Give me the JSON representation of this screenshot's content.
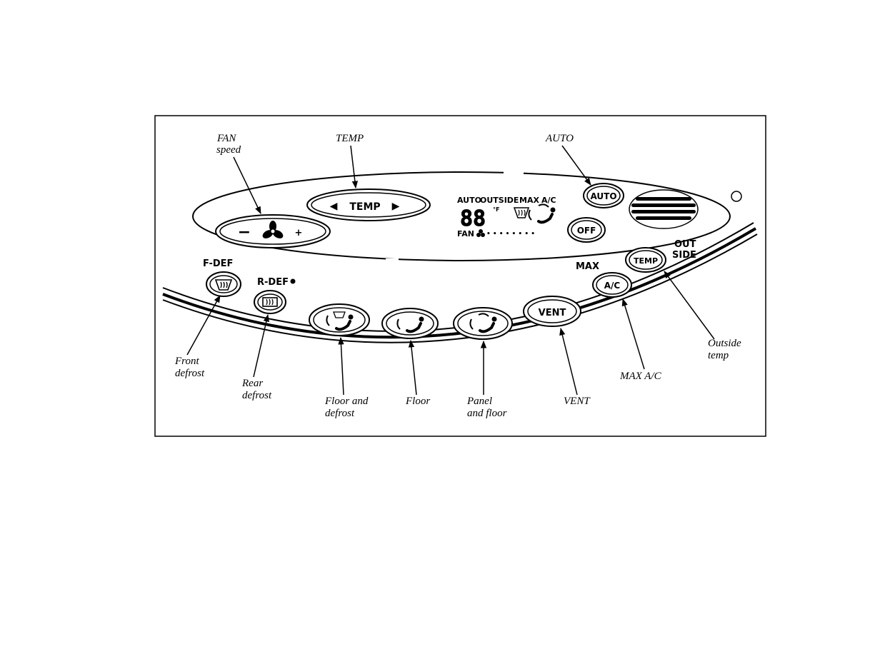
{
  "panel": {
    "buttons": {
      "fan_minus": "−",
      "fan_plus": "+",
      "temp_left": "◀",
      "temp": "TEMP",
      "temp_right": "▶",
      "auto": "AUTO",
      "off": "OFF",
      "vent": "VENT",
      "ac": "A/C",
      "outside_temp": "TEMP"
    },
    "labels": {
      "f_def": "F-DEF",
      "r_def": "R-DEF",
      "max": "MAX",
      "out": "OUT",
      "side": "SIDE"
    },
    "display": {
      "auto": "AUTO",
      "outside": "OUTSIDE",
      "max": "MAX",
      "ac": "A/C",
      "digits": "88",
      "unit": "°F",
      "fan": "FAN",
      "fan_dots": "• • • • • • • •"
    }
  },
  "callouts": {
    "fan_speed_1": "FAN",
    "fan_speed_2": "speed",
    "temp": "TEMP",
    "auto": "AUTO",
    "front_defrost_1": "Front",
    "front_defrost_2": "defrost",
    "rear_defrost_1": "Rear",
    "rear_defrost_2": "defrost",
    "floor_defrost_1": "Floor and",
    "floor_defrost_2": "defrost",
    "floor": "Floor",
    "panel_floor_1": "Panel",
    "panel_floor_2": "and floor",
    "vent": "VENT",
    "max_ac": "MAX A/C",
    "outside_temp_1": "Outside",
    "outside_temp_2": "temp"
  },
  "icons": [
    "fan-icon",
    "front-defrost-icon",
    "rear-defrost-icon",
    "floor-defrost-icon",
    "floor-icon",
    "panel-floor-icon",
    "vent-grille-icon",
    "indicator-dot-icon"
  ]
}
